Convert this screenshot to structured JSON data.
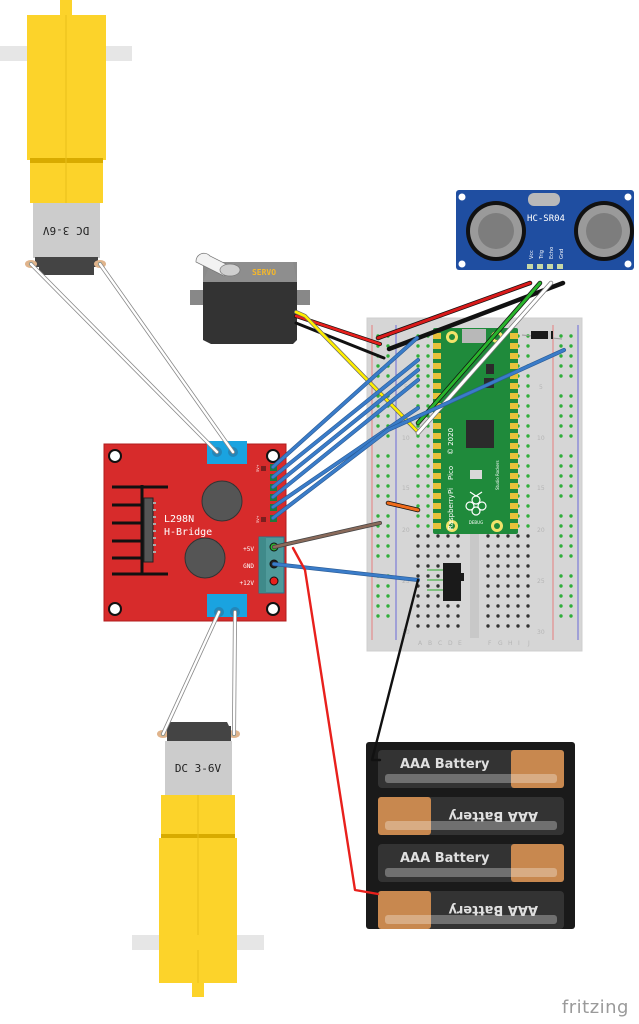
{
  "diagram": {
    "tool": "fritzing",
    "components": {
      "motor_top": {
        "label": "DC 3-6V"
      },
      "motor_bottom": {
        "label": "DC 3-6V"
      },
      "servo": {
        "label": "SERVO"
      },
      "ultrasonic": {
        "label": "HC-SR04",
        "pins": [
          "Vcc",
          "Trig",
          "Echo",
          "Gnd"
        ]
      },
      "hbridge": {
        "title_line1": "L298N",
        "title_line2": "H-Bridge",
        "power_pins": [
          "+5V",
          "GND",
          "+12V"
        ],
        "en_label_top": "5V+",
        "en_label_bottom": "5V+"
      },
      "pico": {
        "name": "Raspberry Pi Pico",
        "brand": "Raspberry",
        "model": "Pi",
        "series": "Pico",
        "year": "© 2020",
        "debug_label": "DEBUG",
        "maker": "Studio Rockers"
      },
      "breadboard": {
        "columns_left": [
          "A",
          "B",
          "C",
          "D",
          "E"
        ],
        "columns_right": [
          "F",
          "G",
          "H",
          "I",
          "J"
        ],
        "row_markers": [
          "1",
          "5",
          "10",
          "15",
          "20",
          "25",
          "30"
        ]
      },
      "battery_pack": {
        "cells": [
          "AAA Battery",
          "AAA Battery",
          "AAA Battery",
          "AAA Battery"
        ]
      },
      "slide_switch": {
        "label": ""
      }
    },
    "wire_colors": {
      "red": "#e8201c",
      "black": "#111111",
      "yellow": "#ffee00",
      "blue": "#3a7cc9",
      "green": "#29b42c",
      "white": "#ffffff",
      "grey": "#c9c9c9",
      "orange": "#f06b1b",
      "brown": "#7a4a2a"
    },
    "brand_mark": "fritzing"
  }
}
